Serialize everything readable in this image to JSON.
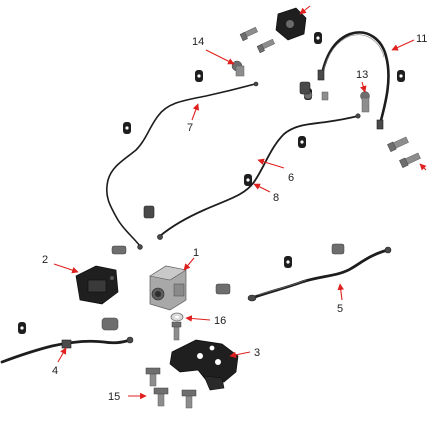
{
  "diagram": {
    "colors": {
      "arrow": "#e0201e",
      "hose": "#1d1d1d",
      "part_dark": "#1f1f1f",
      "part_grey": "#a8a8a8",
      "background": "#ffffff"
    },
    "callouts": {
      "c1": "1",
      "c2": "2",
      "c3": "3",
      "c4": "4",
      "c5": "5",
      "c6": "6",
      "c7": "7",
      "c8": "8",
      "c11": "11",
      "c13": "13",
      "c14": "14",
      "c15": "15",
      "c16": "16"
    }
  }
}
